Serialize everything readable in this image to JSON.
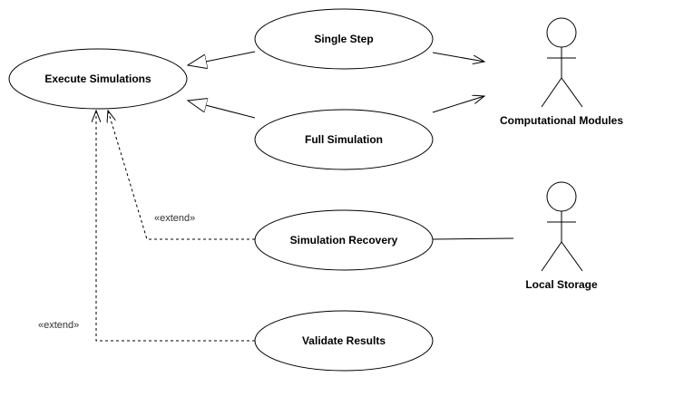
{
  "diagram": {
    "use_cases": {
      "execute_simulations": "Execute Simulations",
      "single_step": "Single Step",
      "full_simulation": "Full Simulation",
      "simulation_recovery": "Simulation Recovery",
      "validate_results": "Validate Results"
    },
    "actors": {
      "computational_modules": "Computational Modules",
      "local_storage": "Local Storage"
    },
    "relations": {
      "extend_recovery": "«extend»",
      "extend_validate": "«extend»"
    }
  }
}
